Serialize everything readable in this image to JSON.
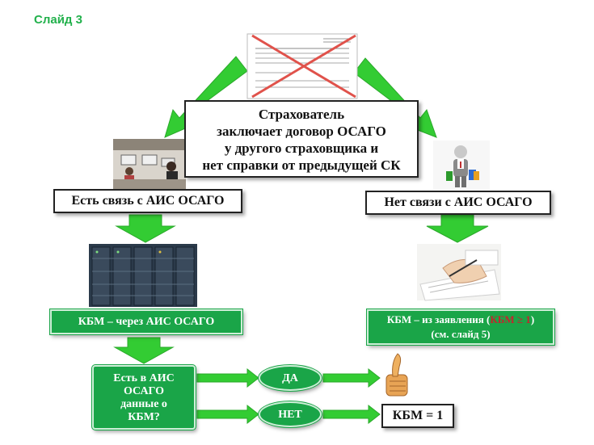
{
  "slide_label": "Слайд 3",
  "main_box_lines": [
    "Страхователь",
    "заключает договор ОСАГО",
    "у другого страховщика и",
    "нет справки от предыдущей СК"
  ],
  "left_branch": {
    "label": "Есть связь с АИС ОСАГО",
    "kbm_text": "КБМ – через АИС ОСАГО"
  },
  "right_branch": {
    "label": "Нет связи с АИС ОСАГО",
    "kbm_prefix": "КБМ – из заявления (",
    "kbm_highlight": "КБМ ≥ 1",
    "kbm_suffix": ")",
    "kbm_note": "(см. слайд 5)"
  },
  "question_lines": [
    "Есть в АИС",
    "ОСАГО",
    "данные о",
    "КБМ?"
  ],
  "yes_label": "ДА",
  "no_label": "НЕТ",
  "result_no": "КБМ = 1",
  "colors": {
    "green": "#1aa548",
    "arrow_green": "#33cc33",
    "cross_red": "#e0524b",
    "highlight_red": "#c1272d"
  },
  "icons": [
    "crossed-document-icon",
    "office-photo",
    "businessman-icon",
    "server-room-photo",
    "signing-hand-photo",
    "thumbs-up-icon"
  ]
}
